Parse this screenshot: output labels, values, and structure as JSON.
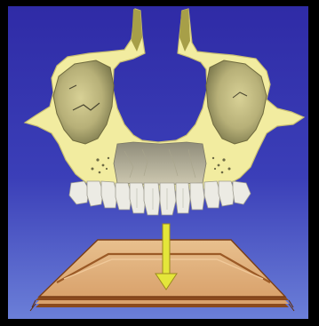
{
  "figure": {
    "subject": "maxilla-skull-frontal-section",
    "icons": {
      "skull": "maxilla-bone-illustration",
      "teeth": "upper-teeth-row",
      "arrow": "down-arrow-icon",
      "plate": "layered-plate-icon"
    },
    "colors": {
      "frame": "#000000",
      "background_top": "#2f2ba6",
      "background_bottom": "#6b7fd8",
      "bone": "#f2eca0",
      "bone_shade": "#c9bf72",
      "sinus_dark": "#9d9a62",
      "teeth": "#ecebe4",
      "arrow": "#e4e63a",
      "plate_top": "#e0b07c",
      "plate_edge": "#8a4a1e"
    }
  }
}
